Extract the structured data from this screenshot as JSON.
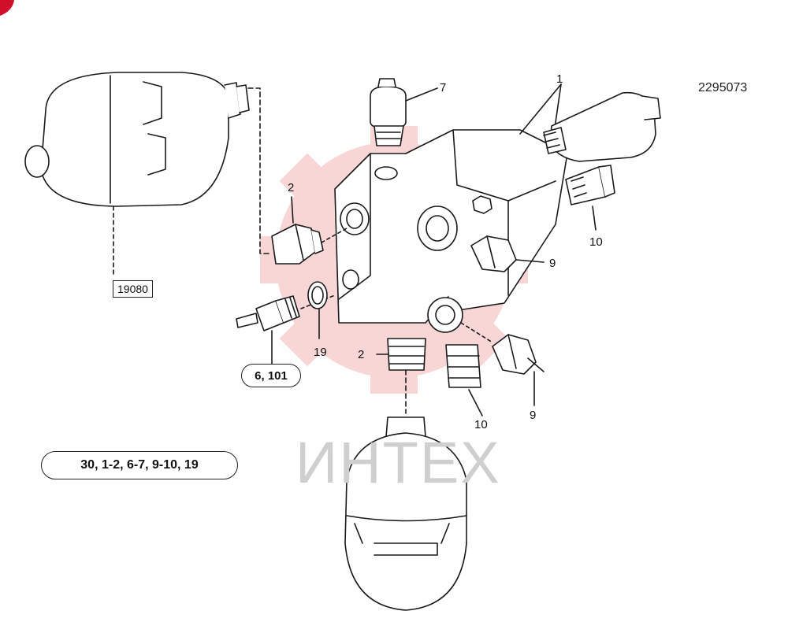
{
  "document_number": "2295073",
  "kit_label": "30, 1-2, 6-7, 9-10, 19",
  "part_labels": {
    "p1": "1",
    "p2_left": "2",
    "p2_bottom": "2",
    "p7": "7",
    "p9_right": "9",
    "p9_bottom": "9",
    "p10_right": "10",
    "p10_bottom": "10",
    "p19": "19"
  },
  "ref_boxes": {
    "accumulator_ref": "19080",
    "sensor_ref": "6, 101"
  },
  "watermark": {
    "text": "ИНТЕХ",
    "color": "#e84a4a"
  },
  "colors": {
    "line": "#1a1a1a",
    "corner_mark": "#d0102a"
  }
}
